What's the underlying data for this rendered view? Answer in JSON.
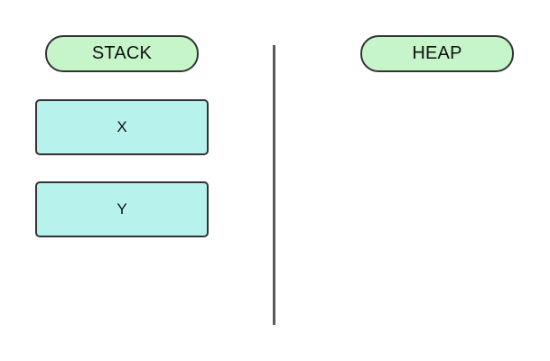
{
  "colors": {
    "pill_fill": "#c6f5c9",
    "box_fill": "#b7f3ec",
    "border": "#333333",
    "divider": "#5a5a5a"
  },
  "stack": {
    "label": "STACK",
    "items": [
      {
        "label": "X"
      },
      {
        "label": "Y"
      }
    ]
  },
  "heap": {
    "label": "HEAP"
  }
}
